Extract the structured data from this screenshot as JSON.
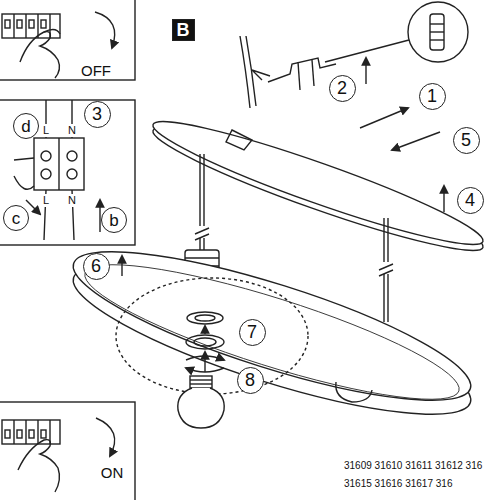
{
  "diagram": {
    "nodes": [
      {
        "text": [
          "B"
        ]
      },
      {
        "text": [
          "3"
        ]
      },
      {
        "text": [
          "d"
        ]
      },
      {
        "text": [
          "c"
        ]
      },
      {
        "text": [
          "b"
        ]
      },
      {
        "text": [
          "2"
        ]
      },
      {
        "text": [
          "1"
        ]
      },
      {
        "text": [
          "5"
        ]
      },
      {
        "text": [
          "4"
        ]
      },
      {
        "text": [
          "6"
        ]
      },
      {
        "text": [
          "7"
        ]
      },
      {
        "text": [
          "8"
        ]
      }
    ],
    "labels": [
      "OFF",
      "L",
      "N",
      "L",
      "N",
      "ON",
      "31609 31610 31611 31612 316",
      "31615 31616 31617 316"
    ]
  }
}
